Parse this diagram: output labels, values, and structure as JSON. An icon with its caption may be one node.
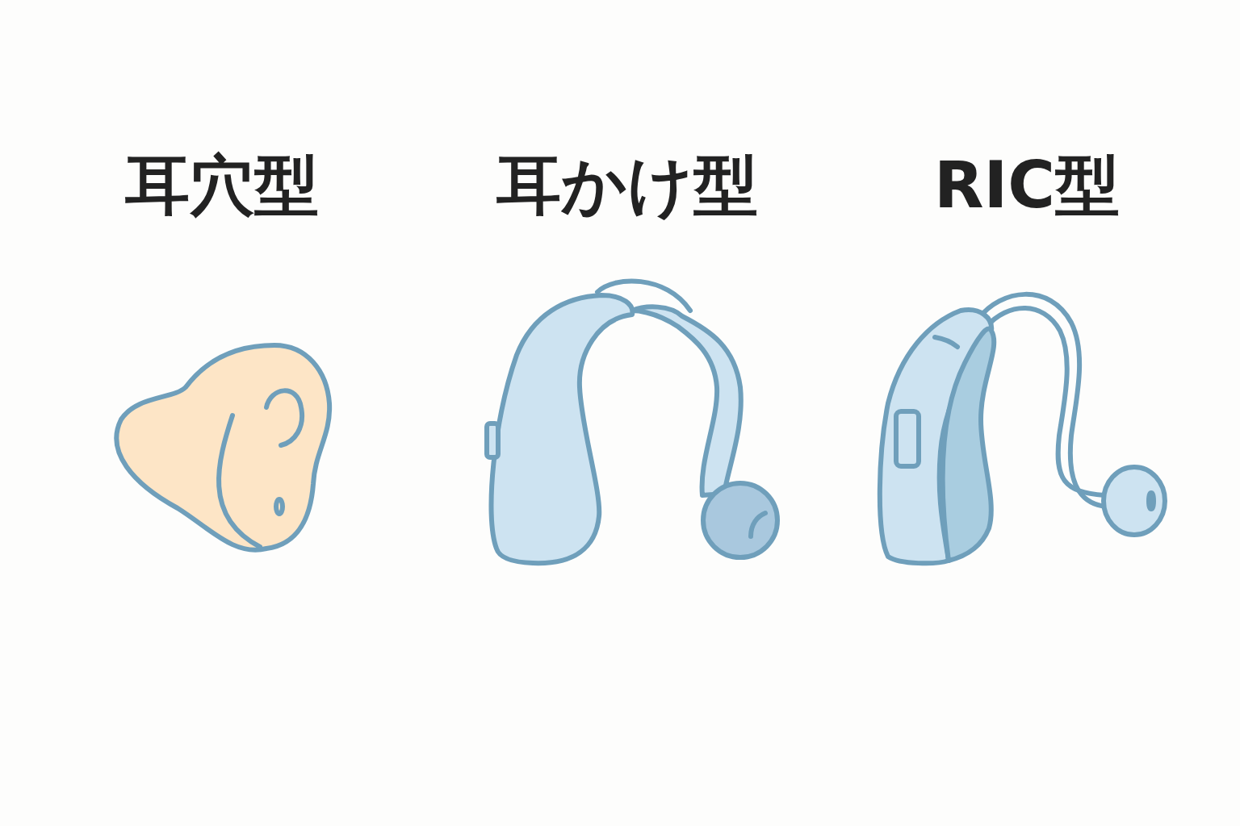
{
  "diagram": {
    "labels": [
      "耳穴型",
      "耳かけ型",
      "RIC型"
    ]
  }
}
